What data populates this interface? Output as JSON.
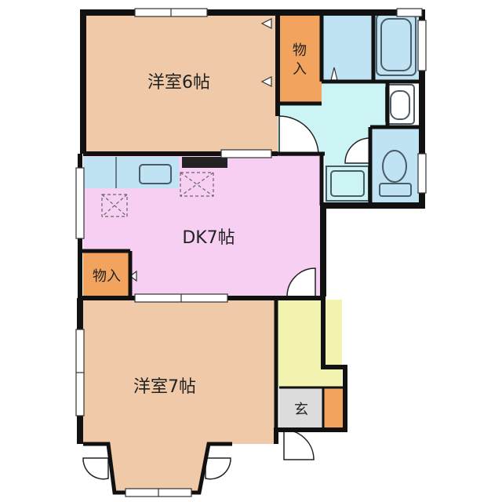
{
  "rooms": {
    "western_room_top": {
      "label": "洋室6帖",
      "color": "#F0C9A8"
    },
    "dk": {
      "label": "DK7帖",
      "color": "#F6CFF3"
    },
    "western_room_bottom": {
      "label": "洋室7帖",
      "color": "#F0C9A8"
    },
    "storage_top": {
      "label": "物入",
      "color": "#F2A35E"
    },
    "storage_left": {
      "label": "物入",
      "color": "#F2A35E"
    },
    "entrance": {
      "label": "玄",
      "color": "#DCDCDC"
    },
    "hallway": {
      "color": "#F3F3B0"
    },
    "wet_area": {
      "color": "#CDF4F4"
    },
    "fixtures": {
      "color": "#BFE3F2"
    },
    "shoe_box": {
      "color": "#F2A35E"
    }
  },
  "colors": {
    "wall": "#111111",
    "fixture_outline": "#4a5a66"
  }
}
